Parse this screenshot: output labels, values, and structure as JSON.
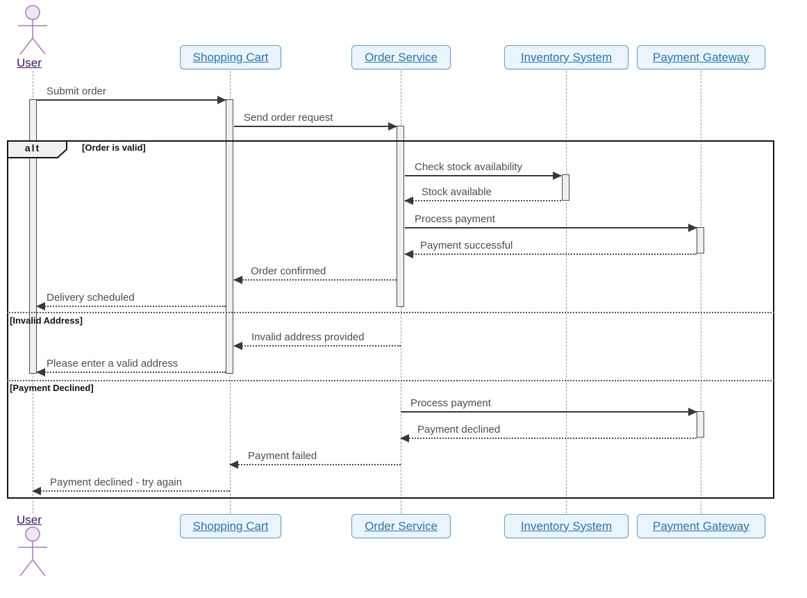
{
  "diagram_type": "uml-sequence-diagram",
  "actor": {
    "label": "User"
  },
  "participants": [
    {
      "label": "Shopping Cart"
    },
    {
      "label": "Order Service"
    },
    {
      "label": "Inventory System"
    },
    {
      "label": "Payment Gateway"
    }
  ],
  "fragment": {
    "operator": "alt",
    "sections": [
      {
        "guard": "[Order is valid]"
      },
      {
        "guard": "[Invalid Address]"
      },
      {
        "guard": "[Payment Declined]"
      }
    ]
  },
  "messages": [
    {
      "label": "Submit order",
      "from": "User",
      "to": "Shopping Cart",
      "line": "solid"
    },
    {
      "label": "Send order request",
      "from": "Shopping Cart",
      "to": "Order Service",
      "line": "solid"
    },
    {
      "label": "Check stock availability",
      "from": "Order Service",
      "to": "Inventory System",
      "line": "solid"
    },
    {
      "label": "Stock available",
      "from": "Inventory System",
      "to": "Order Service",
      "line": "dotted"
    },
    {
      "label": "Process payment",
      "from": "Order Service",
      "to": "Payment Gateway",
      "line": "solid"
    },
    {
      "label": "Payment successful",
      "from": "Payment Gateway",
      "to": "Order Service",
      "line": "dotted"
    },
    {
      "label": "Order confirmed",
      "from": "Order Service",
      "to": "Shopping Cart",
      "line": "dotted"
    },
    {
      "label": "Delivery scheduled",
      "from": "Shopping Cart",
      "to": "User",
      "line": "dotted"
    },
    {
      "label": "Invalid address provided",
      "from": "Order Service",
      "to": "Shopping Cart",
      "line": "dotted"
    },
    {
      "label": "Please enter a valid address",
      "from": "Shopping Cart",
      "to": "User",
      "line": "dotted"
    },
    {
      "label": "Process payment",
      "from": "Order Service",
      "to": "Payment Gateway",
      "line": "solid"
    },
    {
      "label": "Payment declined",
      "from": "Payment Gateway",
      "to": "Order Service",
      "line": "dotted"
    },
    {
      "label": "Payment failed",
      "from": "Order Service",
      "to": "Shopping Cart",
      "line": "dotted"
    },
    {
      "label": "Payment declined - try again",
      "from": "Shopping Cart",
      "to": "User",
      "line": "dotted"
    }
  ],
  "colors": {
    "participant_fill": "#E9F4FC",
    "participant_border": "#6C9CBF",
    "participant_text": "#2E75A8",
    "actor_stroke": "#A57BB5",
    "actor_head_fill": "#F0E7F6",
    "actor_text": "#3B1060",
    "message_line": "#383838",
    "message_text": "#4D4D4D",
    "frame_border": "#151515",
    "activation_fill": "#EFEFEF",
    "lifeline": "#9A9A9A"
  }
}
